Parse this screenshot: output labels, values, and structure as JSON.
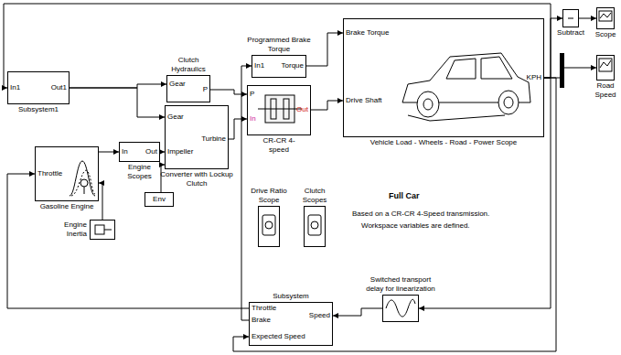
{
  "diagram": {
    "nodes": [
      {
        "text": [
          "In1",
          "Out1",
          "Subsystem1"
        ]
      },
      {
        "text": [
          "Clutch Hydraulics",
          "Gear",
          "P"
        ]
      },
      {
        "text": [
          "Programmed Brake Torque",
          "In1",
          "Torque"
        ]
      },
      {
        "text": [
          "Brake Torque",
          "Drive Shaft",
          "KPH",
          "Vehicle Load - Wheels - Road - Power Scope"
        ]
      },
      {
        "text": [
          "Throttle",
          "Gasoline Engine"
        ]
      },
      {
        "text": [
          "In",
          "Out",
          "Engine Scopes"
        ]
      },
      {
        "text": [
          "Gear",
          "Impeller",
          "Turbine",
          "Converter with Lockup Clutch"
        ]
      },
      {
        "text": [
          "P",
          "In",
          "Out",
          "CR-CR 4-speed"
        ]
      },
      {
        "text": [
          "Engine Inertia"
        ]
      },
      {
        "text": [
          "Env"
        ]
      },
      {
        "text": [
          "Drive Ratio Scope"
        ]
      },
      {
        "text": [
          "Clutch Scopes"
        ]
      },
      {
        "text": [
          "Subtract"
        ]
      },
      {
        "text": [
          "Scope"
        ]
      },
      {
        "text": [
          "Road Speed"
        ]
      },
      {
        "text": [
          "Throttle",
          "Brake",
          "Speed",
          "Expected Speed",
          "Subsystem"
        ]
      },
      {
        "text": [
          "Switched transport delay for linearization"
        ]
      }
    ],
    "edges": [
      {
        "from": 3,
        "to": 0,
        "arrow": "to"
      },
      {
        "from": 0,
        "to": 1,
        "arrow": "to"
      },
      {
        "from": 0,
        "to": 6,
        "arrow": "to"
      },
      {
        "from": 1,
        "to": 7,
        "arrow": "to"
      },
      {
        "from": 2,
        "to": 3,
        "arrow": "to"
      },
      {
        "from": 7,
        "to": 3,
        "arrow": "to"
      },
      {
        "from": 4,
        "to": 5,
        "arrow": "to"
      },
      {
        "from": 5,
        "to": 6,
        "arrow": "to"
      },
      {
        "from": 6,
        "to": 7,
        "arrow": "to"
      },
      {
        "from": 9,
        "to": 6,
        "arrow": "to"
      },
      {
        "from": 8,
        "to": 4,
        "arrow": "to"
      },
      {
        "from": 3,
        "to": 12,
        "arrow": "to"
      },
      {
        "from": 12,
        "to": 13,
        "arrow": "to"
      },
      {
        "from": 3,
        "to": 14,
        "arrow": "to"
      },
      {
        "from": 3,
        "to": 16,
        "arrow": "to"
      },
      {
        "from": 16,
        "to": 15,
        "arrow": "to"
      },
      {
        "from": 15,
        "to": 4,
        "arrow": "to"
      },
      {
        "from": 15,
        "to": 2,
        "arrow": "to"
      },
      {
        "from": 3,
        "to": 15,
        "arrow": "to"
      }
    ],
    "labels": [
      "Full Car",
      "Based on a CR-CR 4-Speed transmission.",
      "Workspace variables are defined."
    ]
  }
}
